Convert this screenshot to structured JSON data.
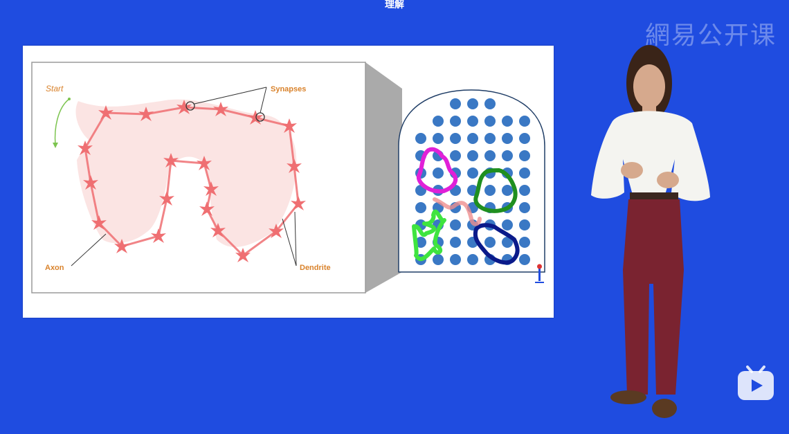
{
  "top_caption": "理解",
  "watermark_text": "網易公开课",
  "slide": {
    "labels": {
      "start": "Start",
      "synapses": "Synapses",
      "axon": "Axon",
      "dendrite": "Dendrite"
    }
  },
  "colors": {
    "background": "#1f4ce0",
    "neuron": "#ef6f72",
    "label": "#d9822b",
    "start_arrow": "#7cc44f",
    "grid_dot": "#3a78c4",
    "blob_magenta": "#e020d8",
    "blob_green_dark": "#1f8f1f",
    "blob_green_light": "#3fe43f",
    "blob_navy": "#0a1a8a"
  },
  "icons": {
    "player_logo": "bilibili-tv-icon"
  }
}
